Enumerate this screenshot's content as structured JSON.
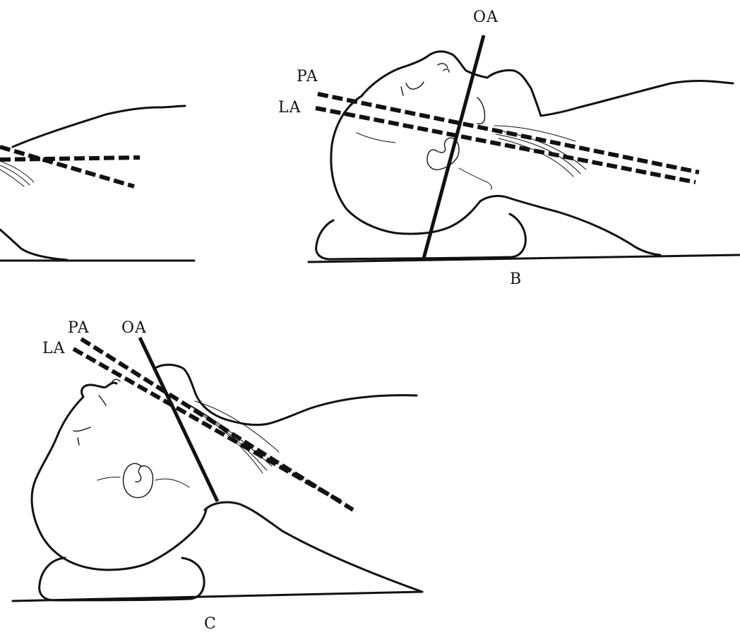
{
  "panels": {
    "a": {
      "letter": ""
    },
    "b": {
      "letter": "B",
      "labels": {
        "oa": "OA",
        "pa": "PA",
        "la": "LA"
      }
    },
    "c": {
      "letter": "C",
      "labels": {
        "oa": "OA",
        "pa": "PA",
        "la": "LA"
      }
    }
  }
}
